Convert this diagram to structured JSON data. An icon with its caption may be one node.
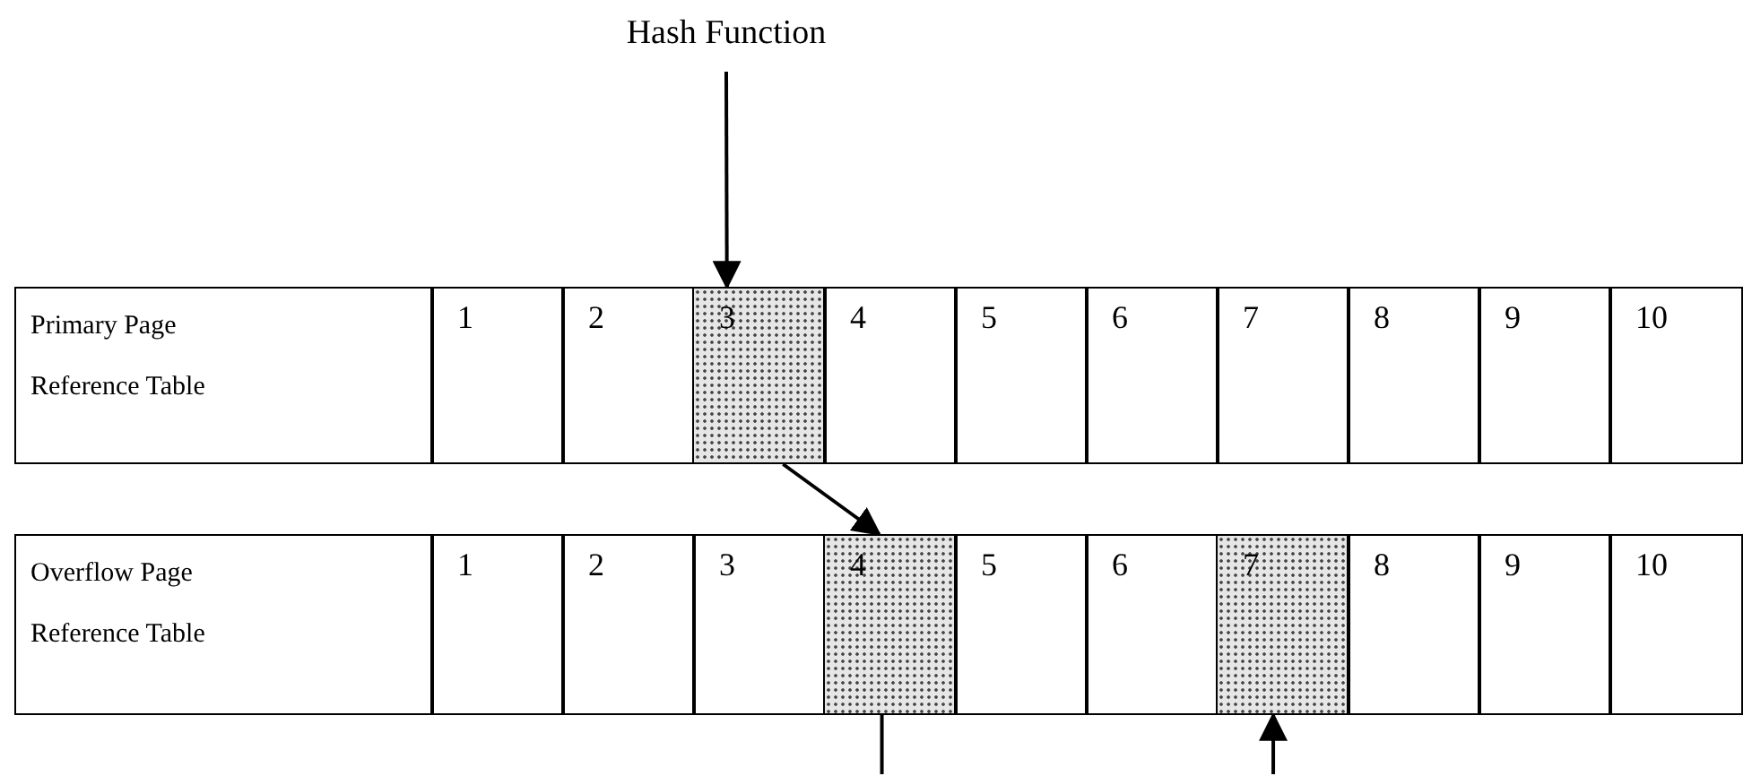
{
  "diagram": {
    "nodes": [
      {
        "text": [
          "Hash Function"
        ]
      },
      {
        "text": [
          "Primary Page Reference Table"
        ]
      },
      {
        "text": [
          "1"
        ]
      },
      {
        "text": [
          "2"
        ]
      },
      {
        "text": [
          "3"
        ]
      },
      {
        "text": [
          "4"
        ]
      },
      {
        "text": [
          "5"
        ]
      },
      {
        "text": [
          "6"
        ]
      },
      {
        "text": [
          "7"
        ]
      },
      {
        "text": [
          "8"
        ]
      },
      {
        "text": [
          "9"
        ]
      },
      {
        "text": [
          "10"
        ]
      },
      {
        "text": [
          "Overflow Page Reference Table"
        ]
      },
      {
        "text": [
          "1"
        ]
      },
      {
        "text": [
          "2"
        ]
      },
      {
        "text": [
          "3"
        ]
      },
      {
        "text": [
          "4"
        ]
      },
      {
        "text": [
          "5"
        ]
      },
      {
        "text": [
          "6"
        ]
      },
      {
        "text": [
          "7"
        ]
      },
      {
        "text": [
          "8"
        ]
      },
      {
        "text": [
          "9"
        ]
      },
      {
        "text": [
          "10"
        ]
      }
    ],
    "edges": [
      {
        "from": 0,
        "to": 4,
        "arrow": "to"
      },
      {
        "from": 4,
        "to": 16,
        "arrow": "to"
      },
      {
        "from": 16,
        "to": null,
        "arrow": "none"
      },
      {
        "from": null,
        "to": 19,
        "arrow": "to"
      }
    ]
  }
}
